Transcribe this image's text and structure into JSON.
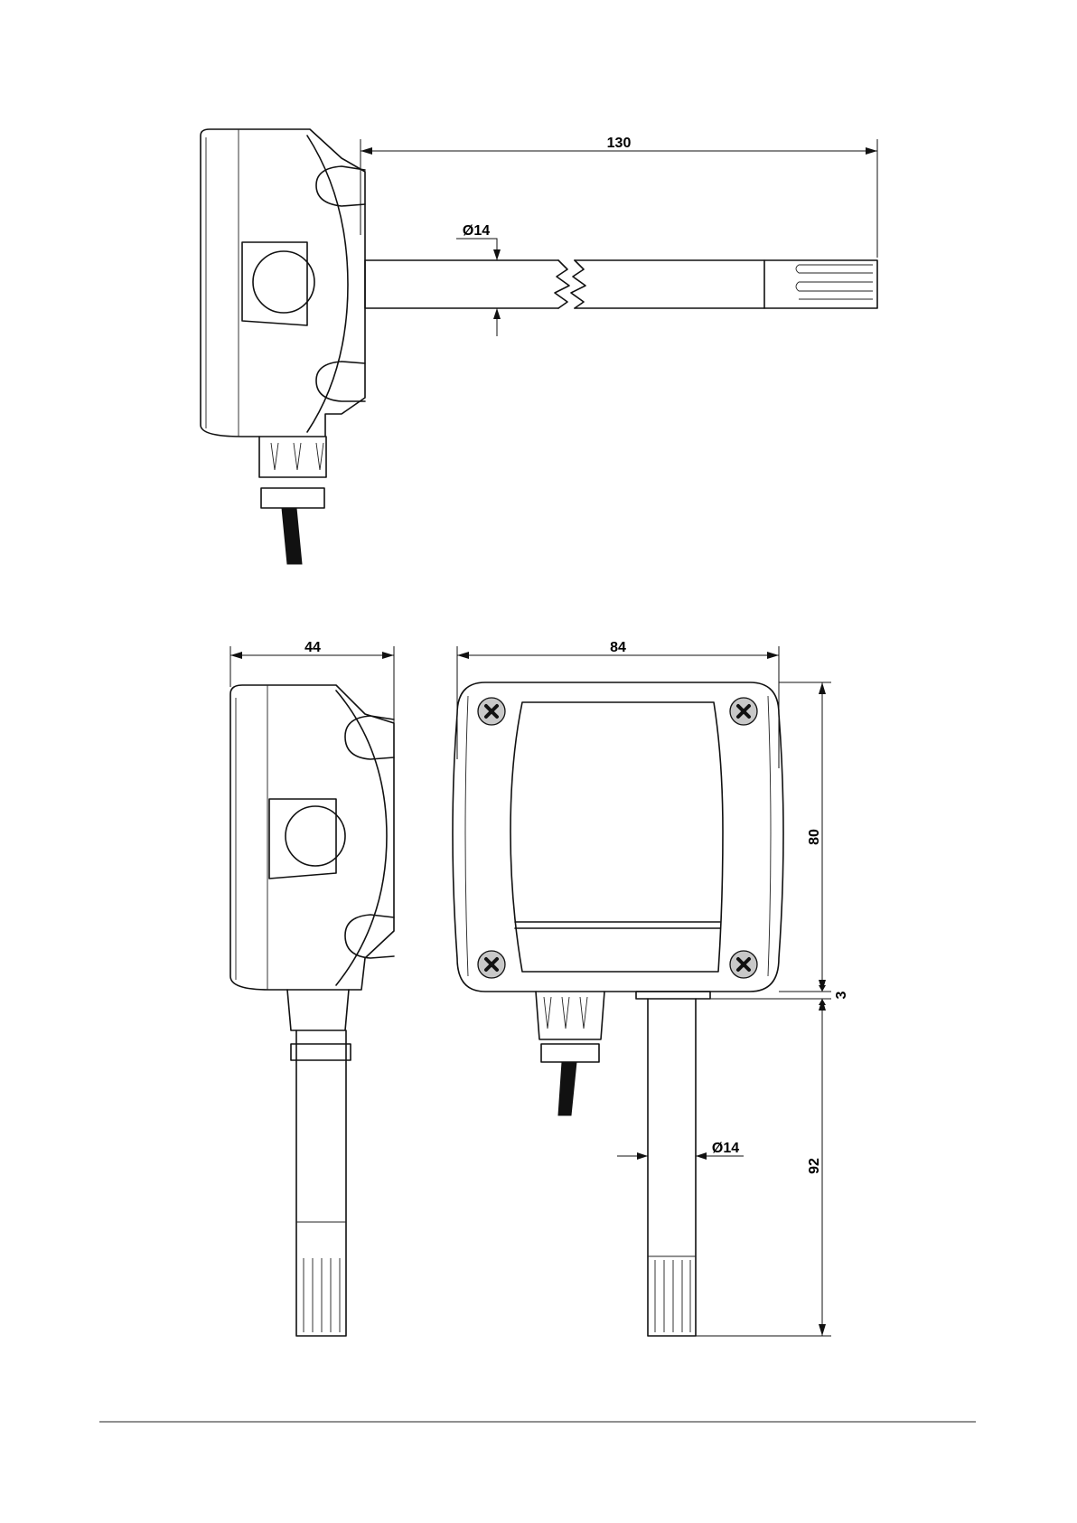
{
  "dimensions": {
    "top_length": "130",
    "top_diameter": "Ø14",
    "side_width": "44",
    "front_width": "84",
    "front_height": "80",
    "front_offset": "3",
    "probe_length": "92",
    "front_diameter": "Ø14"
  }
}
